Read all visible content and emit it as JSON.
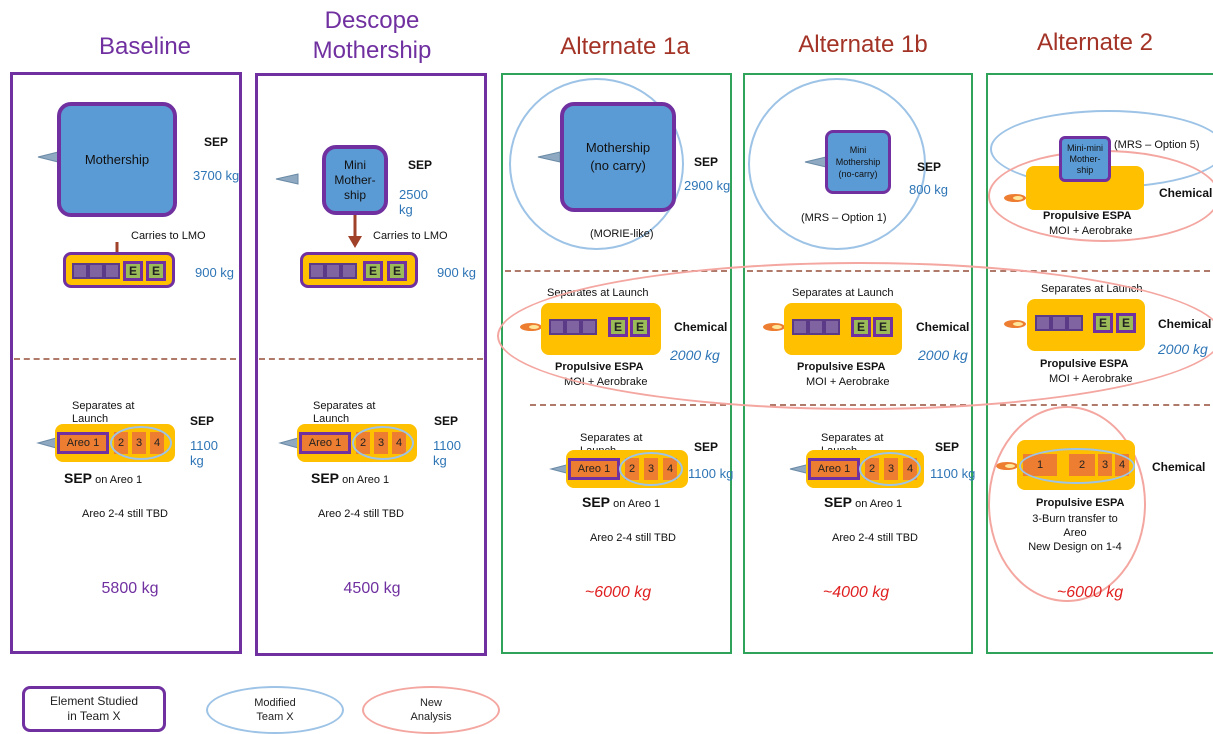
{
  "columns": [
    {
      "title": "Baseline"
    },
    {
      "title": "Descope\nMothership"
    },
    {
      "title": "Alternate 1a"
    },
    {
      "title": "Alternate 1b"
    },
    {
      "title": "Alternate 2"
    }
  ],
  "c1": {
    "ms": "Mothership",
    "sep": "SEP",
    "ms_mass": "3700 kg",
    "carries": "Carries to LMO",
    "pay_mass": "900 kg",
    "sep_at": "Separates at\nLaunch",
    "sep2": "SEP",
    "areo_mass": "1100\nkg",
    "areo1": "Areo 1",
    "n2": "2",
    "n3": "3",
    "n4": "4",
    "sep_on_b": "SEP",
    "sep_on": " on Areo 1",
    "tbd": "Areo 2-4 still TBD",
    "total": "5800 kg"
  },
  "c2": {
    "ms": "Mini\nMother-\nship",
    "sep": "SEP",
    "ms_mass": "2500\nkg",
    "carries": "Carries to LMO",
    "pay_mass": "900 kg",
    "sep_at": "Separates at\nLaunch",
    "sep2": "SEP",
    "areo_mass": "1100\nkg",
    "areo1": "Areo 1",
    "n2": "2",
    "n3": "3",
    "n4": "4",
    "sep_on_b": "SEP",
    "sep_on": " on Areo 1",
    "tbd": "Areo 2-4 still TBD",
    "total": "4500 kg"
  },
  "c3": {
    "ms": "Mothership\n(no carry)",
    "sep": "SEP",
    "ms_mass": "2900 kg",
    "note": "(MORIE-like)",
    "sep_launch": "Separates at Launch",
    "chem": "Chemical",
    "chem_mass": "2000 kg",
    "espa": "Propulsive ESPA",
    "espa_sub": "MOI + Aerobrake",
    "sep_at": "Separates at\nLaunch",
    "sep2": "SEP",
    "areo_mass": "1100 kg",
    "areo1": "Areo 1",
    "n2": "2",
    "n3": "3",
    "n4": "4",
    "sep_on_b": "SEP",
    "sep_on": " on Areo 1",
    "tbd": "Areo 2-4 still TBD",
    "total": "~6000 kg"
  },
  "c4": {
    "ms": "Mini\nMothership\n(no-carry)",
    "sep": "SEP",
    "ms_mass": "800 kg",
    "note": "(MRS – Option 1)",
    "sep_launch": "Separates at Launch",
    "chem": "Chemical",
    "chem_mass": "2000 kg",
    "espa": "Propulsive ESPA",
    "espa_sub": "MOI + Aerobrake",
    "sep_at": "Separates at\nLaunch",
    "sep2": "SEP",
    "areo_mass": "1100 kg",
    "areo1": "Areo 1",
    "n2": "2",
    "n3": "3",
    "n4": "4",
    "sep_on_b": "SEP",
    "sep_on": " on Areo 1",
    "tbd": "Areo 2-4 still TBD",
    "total": "~4000 kg"
  },
  "c5": {
    "ms": "Mini-mini\nMother-\nship",
    "note": "(MRS – Option 5)",
    "chem_top": "Chemical",
    "espa_top": "Propulsive ESPA",
    "espa_top_sub": "MOI + Aerobrake",
    "sep_launch": "Separates at Launch",
    "chem": "Chemical",
    "chem_mass": "2000 kg",
    "espa": "Propulsive ESPA",
    "espa_sub": "MOI + Aerobrake",
    "n1": "1",
    "n2": "2",
    "n3": "3",
    "n4": "4",
    "chem3": "Chemical",
    "espa3": "Propulsive ESPA",
    "espa3_sub": "3-Burn transfer to\nAreo\nNew Design on 1-4",
    "total": "~6000 kg"
  },
  "legend": {
    "studied": "Element Studied\nin Team X",
    "modified": "Modified\nTeam X",
    "new": "New\nAnalysis"
  },
  "colors": {
    "purple": "#7030a0",
    "blue_box": "#5b9bd5",
    "gold": "#ffc000",
    "orange": "#ed7d31",
    "green_e": "#9bbb59",
    "panel_green": "#2fa35a"
  }
}
